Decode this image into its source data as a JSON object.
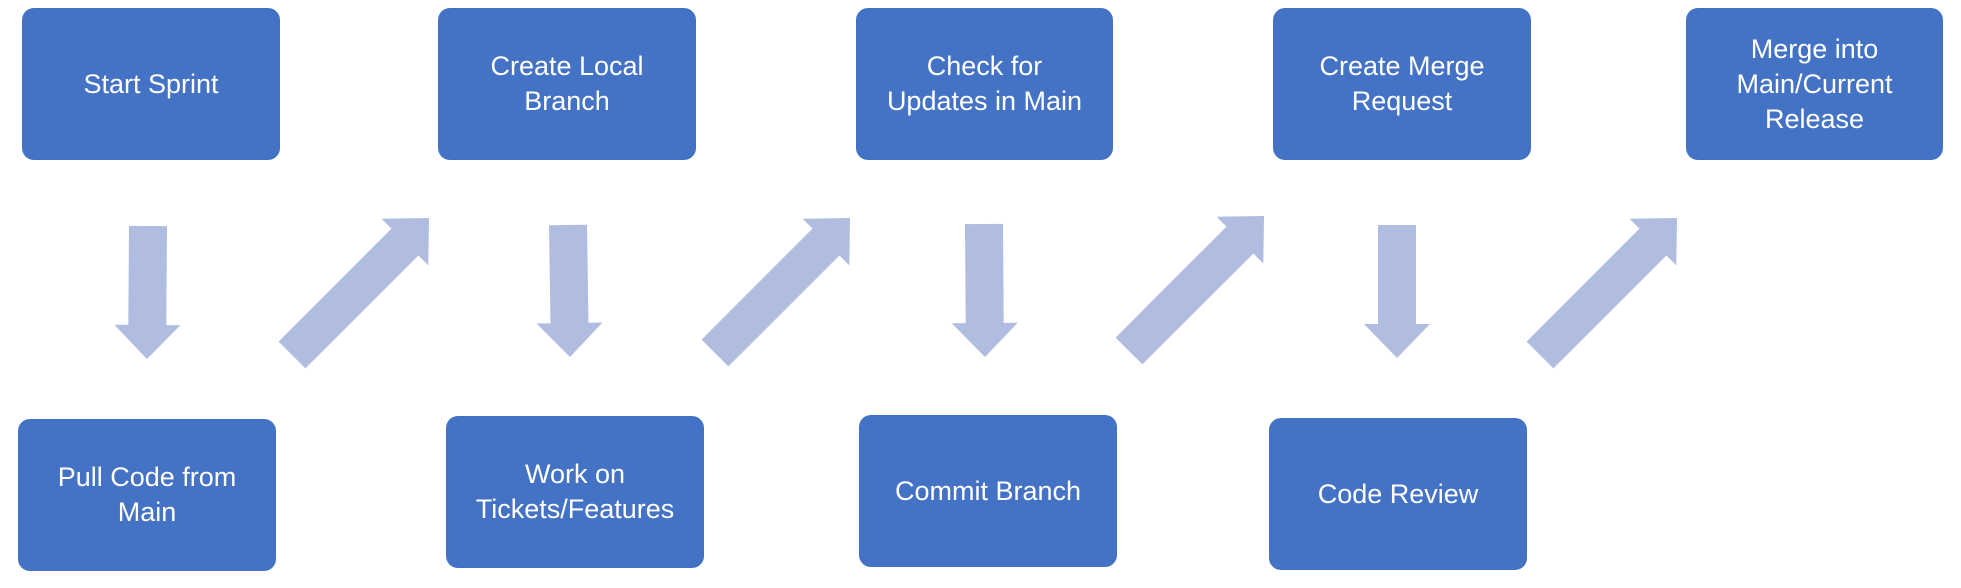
{
  "diagram": {
    "steps": [
      {
        "id": "start-sprint",
        "label": "Start Sprint"
      },
      {
        "id": "pull-code",
        "label": "Pull Code from\nMain"
      },
      {
        "id": "create-local-branch",
        "label": "Create Local\nBranch"
      },
      {
        "id": "work-on-tickets",
        "label": "Work on\nTickets/Features"
      },
      {
        "id": "check-updates",
        "label": "Check for\nUpdates in Main"
      },
      {
        "id": "commit-branch",
        "label": "Commit Branch"
      },
      {
        "id": "create-merge-request",
        "label": "Create Merge\nRequest"
      },
      {
        "id": "code-review",
        "label": "Code Review"
      },
      {
        "id": "merge-into-main",
        "label": "Merge into\nMain/Current\nRelease"
      }
    ],
    "colors": {
      "box_fill": "#4472c4",
      "box_text": "#ffffff",
      "arrow_fill": "#b0bde0"
    }
  }
}
